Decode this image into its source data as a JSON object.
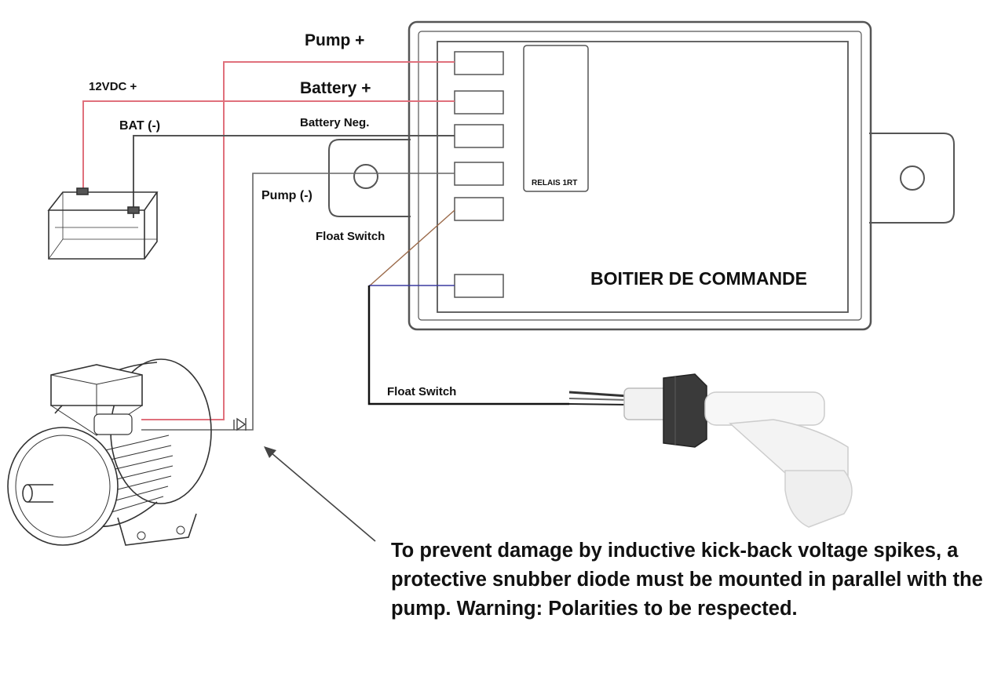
{
  "labels": {
    "pump_plus": "Pump +",
    "battery_plus": "Battery +",
    "battery_neg": "Battery Neg.",
    "vdc_plus": "12VDC +",
    "bat_minus": "BAT (-)",
    "pump_minus": "Pump (-)",
    "float_switch_top": "Float Switch",
    "float_switch_bottom": "Float Switch",
    "relay": "RELAIS 1RT",
    "control_box": "BOITIER DE COMMANDE"
  },
  "note": "To prevent damage by inductive kick-back voltage spikes, a protective snubber diode must be mounted in parallel with the pump.  Warning: Polarities to be respected.",
  "colors": {
    "positive_wire": "#e0707c",
    "negative_wire": "#555555",
    "float_signal_wire": "#9b6a4a",
    "float_return_wire": "#3a3aa0",
    "outline": "#444444"
  },
  "icons": [
    "battery-icon",
    "pump-motor-icon",
    "diode-icon",
    "float-switch-icon",
    "mounting-hole-icon"
  ]
}
